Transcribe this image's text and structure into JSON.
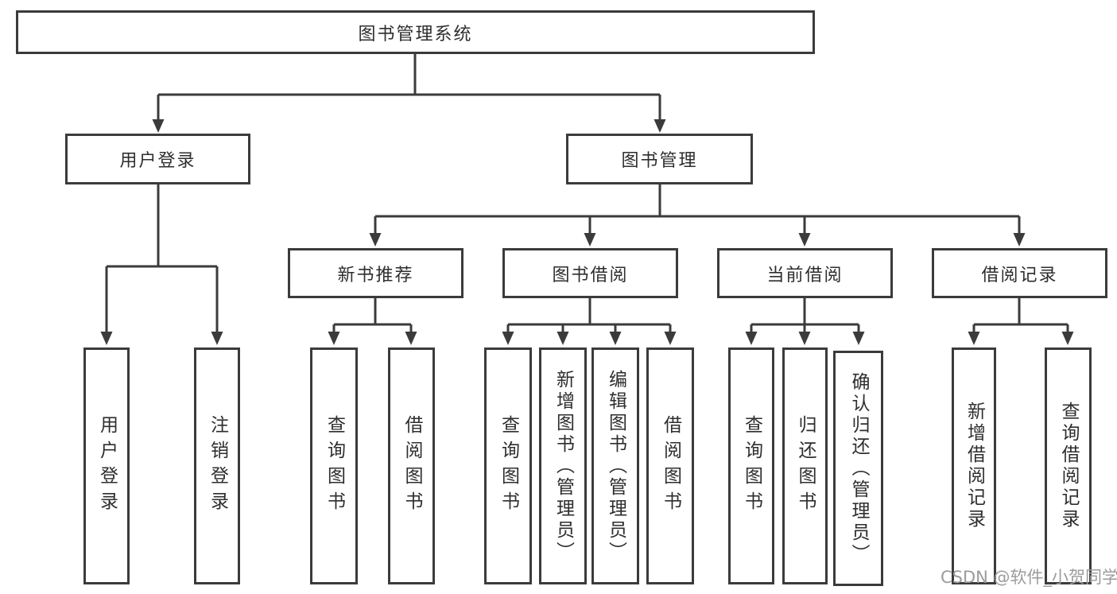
{
  "nodes": {
    "root": {
      "label": "图书管理系统"
    },
    "user_login": {
      "label": "用户登录",
      "children": [
        {
          "label": "用户登录"
        },
        {
          "label": "注销登录"
        }
      ]
    },
    "book_mgmt": {
      "label": "图书管理",
      "children": [
        {
          "label": "新书推荐",
          "children": [
            {
              "label": "查询图书"
            },
            {
              "label": "借阅图书"
            }
          ]
        },
        {
          "label": "图书借阅",
          "children": [
            {
              "label": "查询图书"
            },
            {
              "label": "新增图书（管理员）"
            },
            {
              "label": "编辑图书（管理员）"
            },
            {
              "label": "借阅图书"
            }
          ]
        },
        {
          "label": "当前借阅",
          "children": [
            {
              "label": "查询图书"
            },
            {
              "label": "归还图书"
            },
            {
              "label": "确认归还（管理员）"
            }
          ]
        },
        {
          "label": "借阅记录",
          "children": [
            {
              "label": "新增借阅记录"
            },
            {
              "label": "查询借阅记录"
            }
          ]
        }
      ]
    }
  },
  "watermark": {
    "text": "CSDN @软件_小贺同学",
    "color": "#9b9b9b"
  },
  "colors": {
    "line": "#3b3b3b",
    "text": "#2e2e2e",
    "background": "#ffffff"
  }
}
